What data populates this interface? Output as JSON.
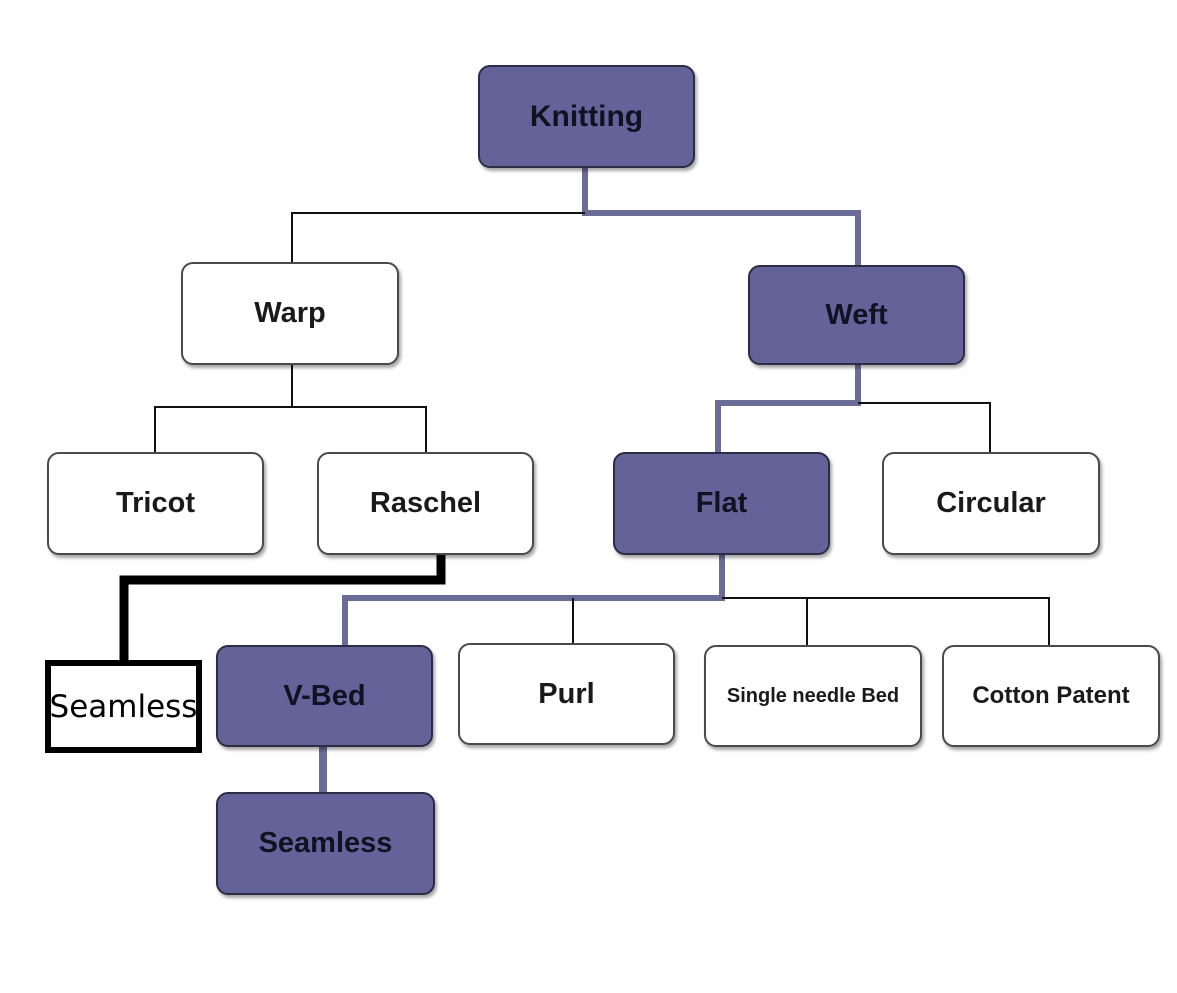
{
  "diagram": {
    "colors": {
      "highlight_fill": "#63639a",
      "highlight_line": "#6b6b98",
      "plain_line": "#111111",
      "bold_line": "#000000"
    },
    "nodes": {
      "knitting": "Knitting",
      "warp": "Warp",
      "weft": "Weft",
      "tricot": "Tricot",
      "raschel": "Raschel",
      "flat": "Flat",
      "circular": "Circular",
      "seamless_warp": "Seamless",
      "vbed": "V-Bed",
      "purl": "Purl",
      "single_needle_bed": "Single needle Bed",
      "cotton_patent": "Cotton Patent",
      "seamless_vbed": "Seamless"
    }
  }
}
